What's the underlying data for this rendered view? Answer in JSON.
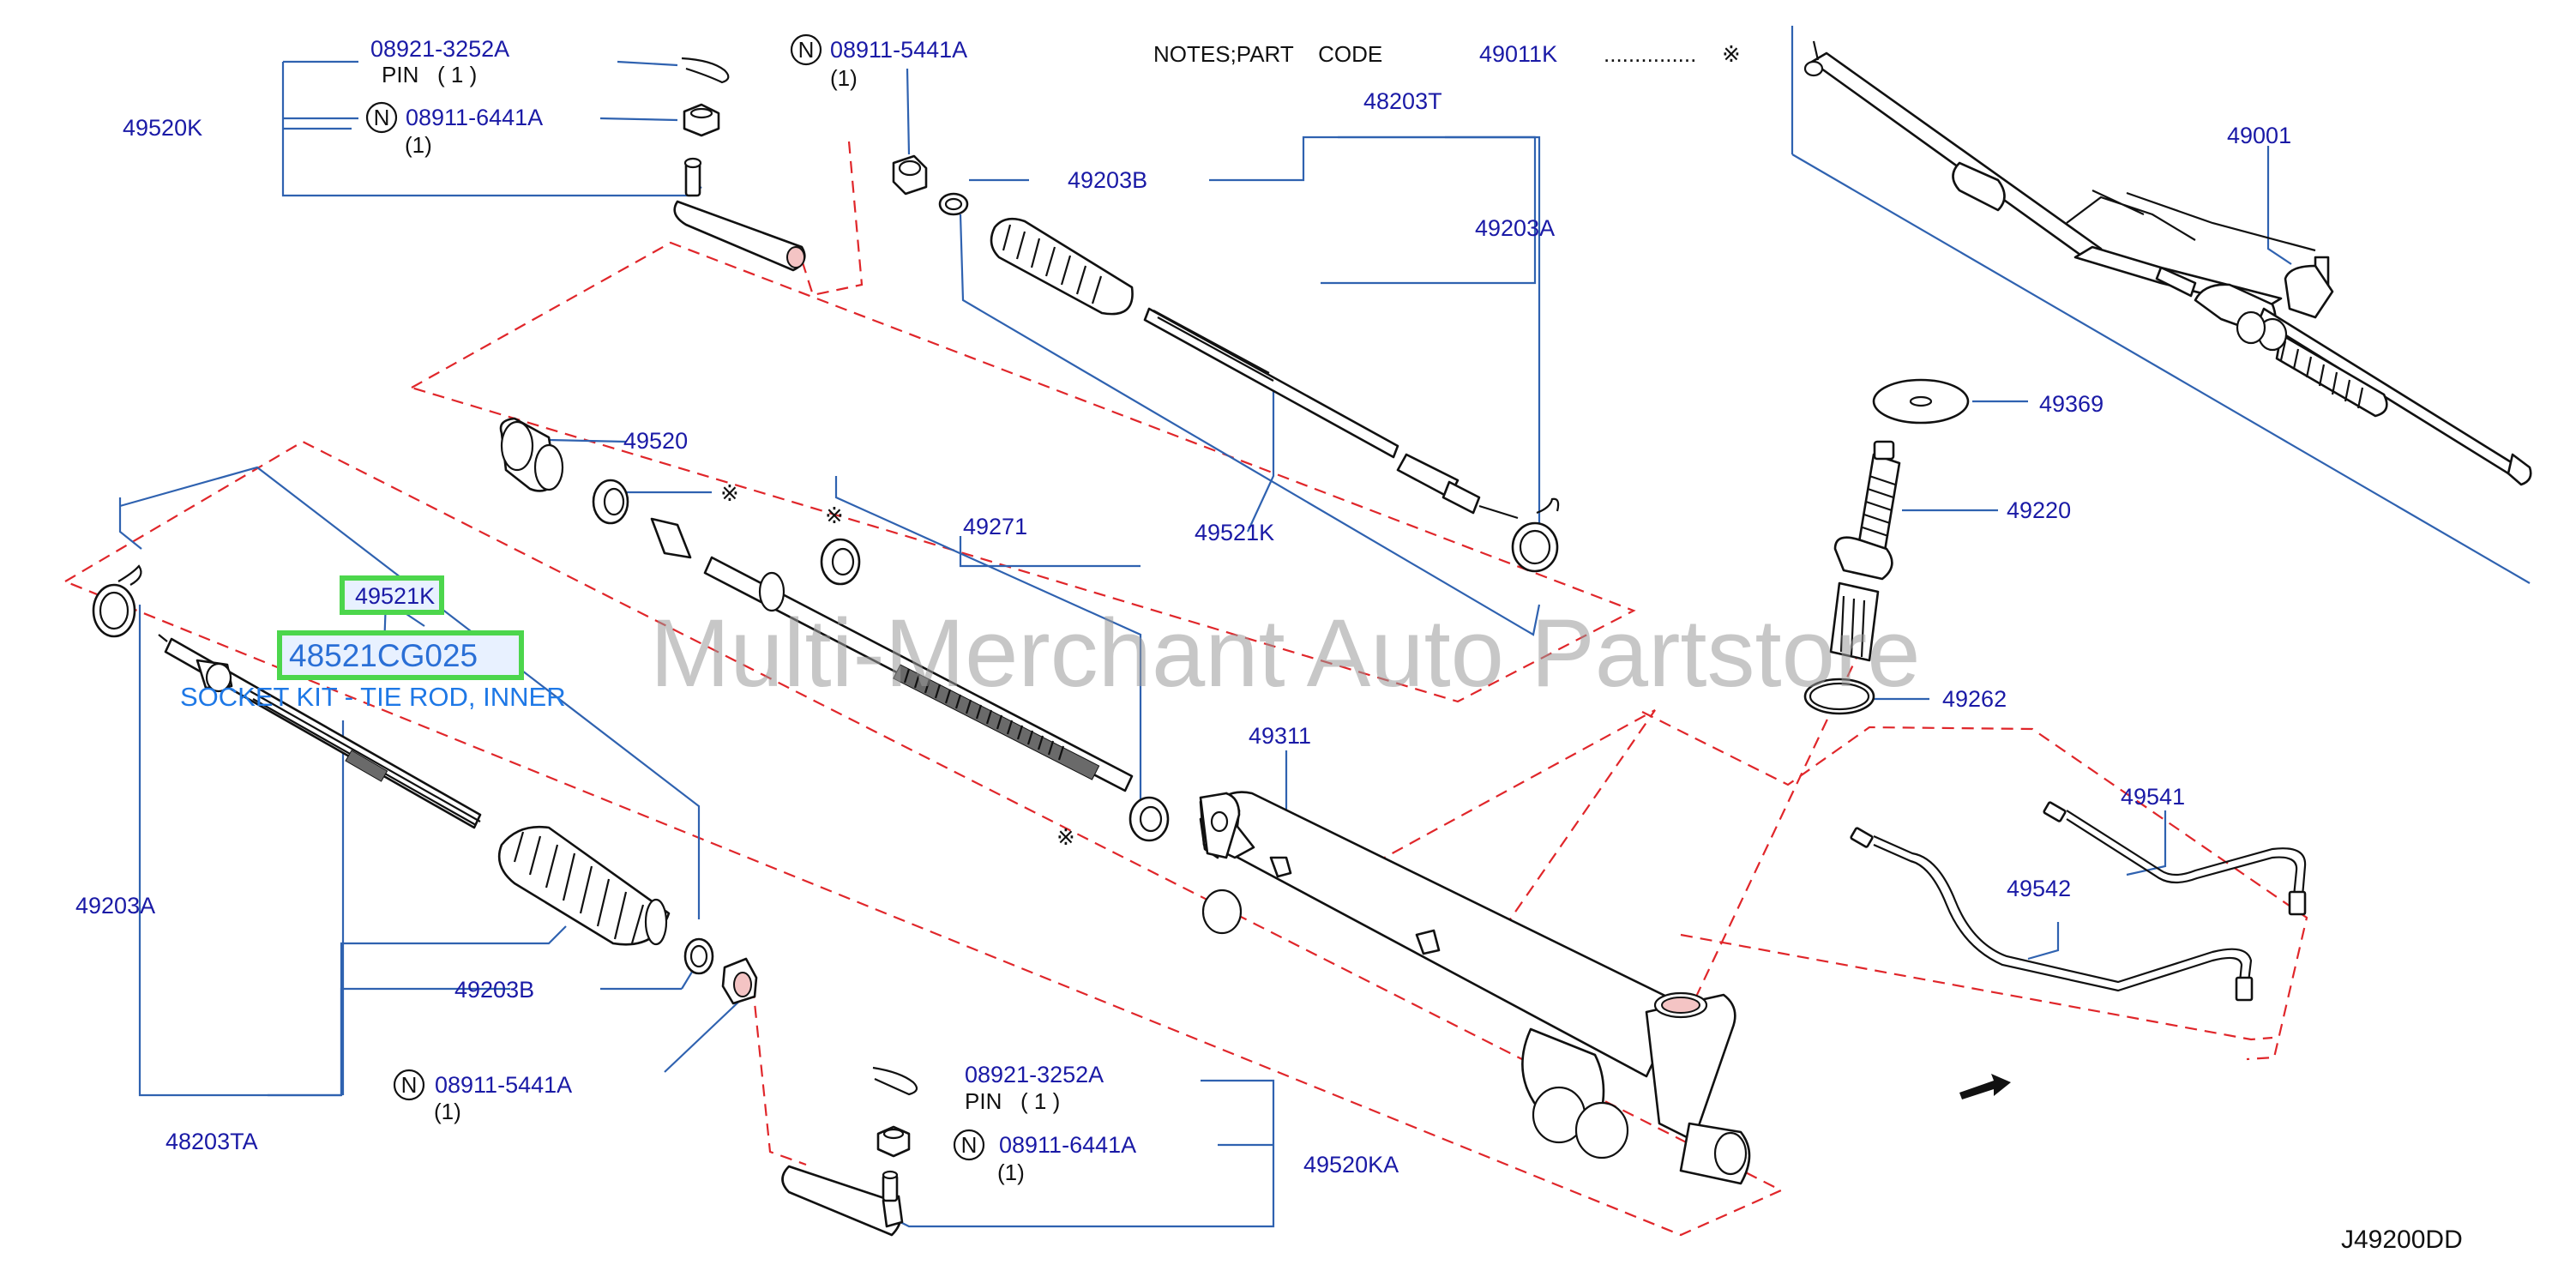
{
  "diagram_code": "J49200DD",
  "watermark": "Multi-Merchant Auto Partstore",
  "notes": {
    "label": "NOTES;PART    CODE",
    "code": "49011K",
    "dots": "...............",
    "mark": "※"
  },
  "n_symbol": "N",
  "asterisk": "※",
  "highlight": {
    "part_label": "49521K",
    "part_number": "48521CG025",
    "description": "SOCKET KIT - TIE ROD, INNER"
  },
  "labels": {
    "p08921_top": "08921-3252A",
    "pin_top": "PIN   ( 1 )",
    "p49520k": "49520K",
    "p08911_6441_top": "08911-6441A",
    "qty_6441_top": "(1)",
    "p08911_5441_top": "08911-5441A",
    "qty_5441_top": "(1)",
    "p49203b_top": "49203B",
    "p48203t": "48203T",
    "p49203a_top": "49203A",
    "p49001": "49001",
    "p49520": "49520",
    "p49521k_mid": "49521K",
    "p49271": "49271",
    "p49369": "49369",
    "p49220": "49220",
    "p49262": "49262",
    "p49311": "49311",
    "p49541": "49541",
    "p49542": "49542",
    "p49203a_left": "49203A",
    "p49203b_bottom": "49203B",
    "p08911_5441_bottom": "08911-5441A",
    "qty_5441_bottom": "(1)",
    "p48203ta": "48203TA",
    "p08921_bottom": "08921-3252A",
    "pin_bottom": "PIN   ( 1 )",
    "p08911_6441_bottom": "08911-6441A",
    "qty_6441_bottom": "(1)",
    "p49520ka": "49520KA"
  }
}
